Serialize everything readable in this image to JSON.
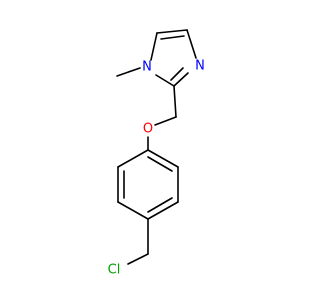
{
  "molecule": {
    "atoms": {
      "n_methyl": {
        "symbol": "N",
        "color": "#0000ff"
      },
      "n_ring": {
        "symbol": "N",
        "color": "#0000ff"
      },
      "oxygen": {
        "symbol": "O",
        "color": "#ff0000"
      },
      "chlorine": {
        "symbol": "Cl",
        "color": "#00a000"
      }
    }
  }
}
